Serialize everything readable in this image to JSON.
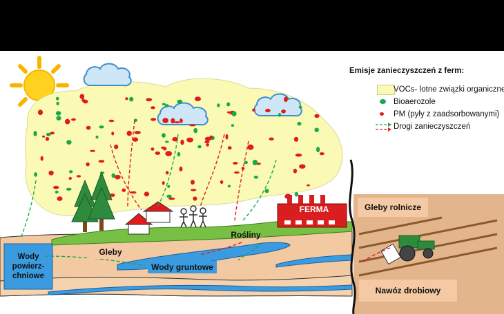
{
  "legend": {
    "title": "Emisje zanieczyszczeń z ferm:",
    "items": [
      {
        "key": "voc",
        "label": "VOCs-  lotne związki organiczne"
      },
      {
        "key": "bio",
        "label": "Bioaerozole"
      },
      {
        "key": "pm",
        "label": "PM (pyły z zaadsorbowanymi)"
      },
      {
        "key": "paths",
        "label": "Drogi zanieczyszczeń"
      }
    ]
  },
  "labels": {
    "surface_water": "Wody powierz-chniowe",
    "soils": "Gleby",
    "groundwater": "Wody gruntowe",
    "plants": "Rośliny",
    "farm": "FERMA",
    "agri_soils": "Gleby rolnicze",
    "poultry_manure": "Nawóz drobiowy"
  },
  "colors": {
    "cloud_fill": "#fafab4",
    "bioaerosol": "#1aa84a",
    "pm": "#e01b1b",
    "water": "#3b9be0",
    "soil": "#f2c9a0",
    "grass": "#77c043",
    "barn": "#d81e1e",
    "label_box": "#f4c9a3"
  }
}
